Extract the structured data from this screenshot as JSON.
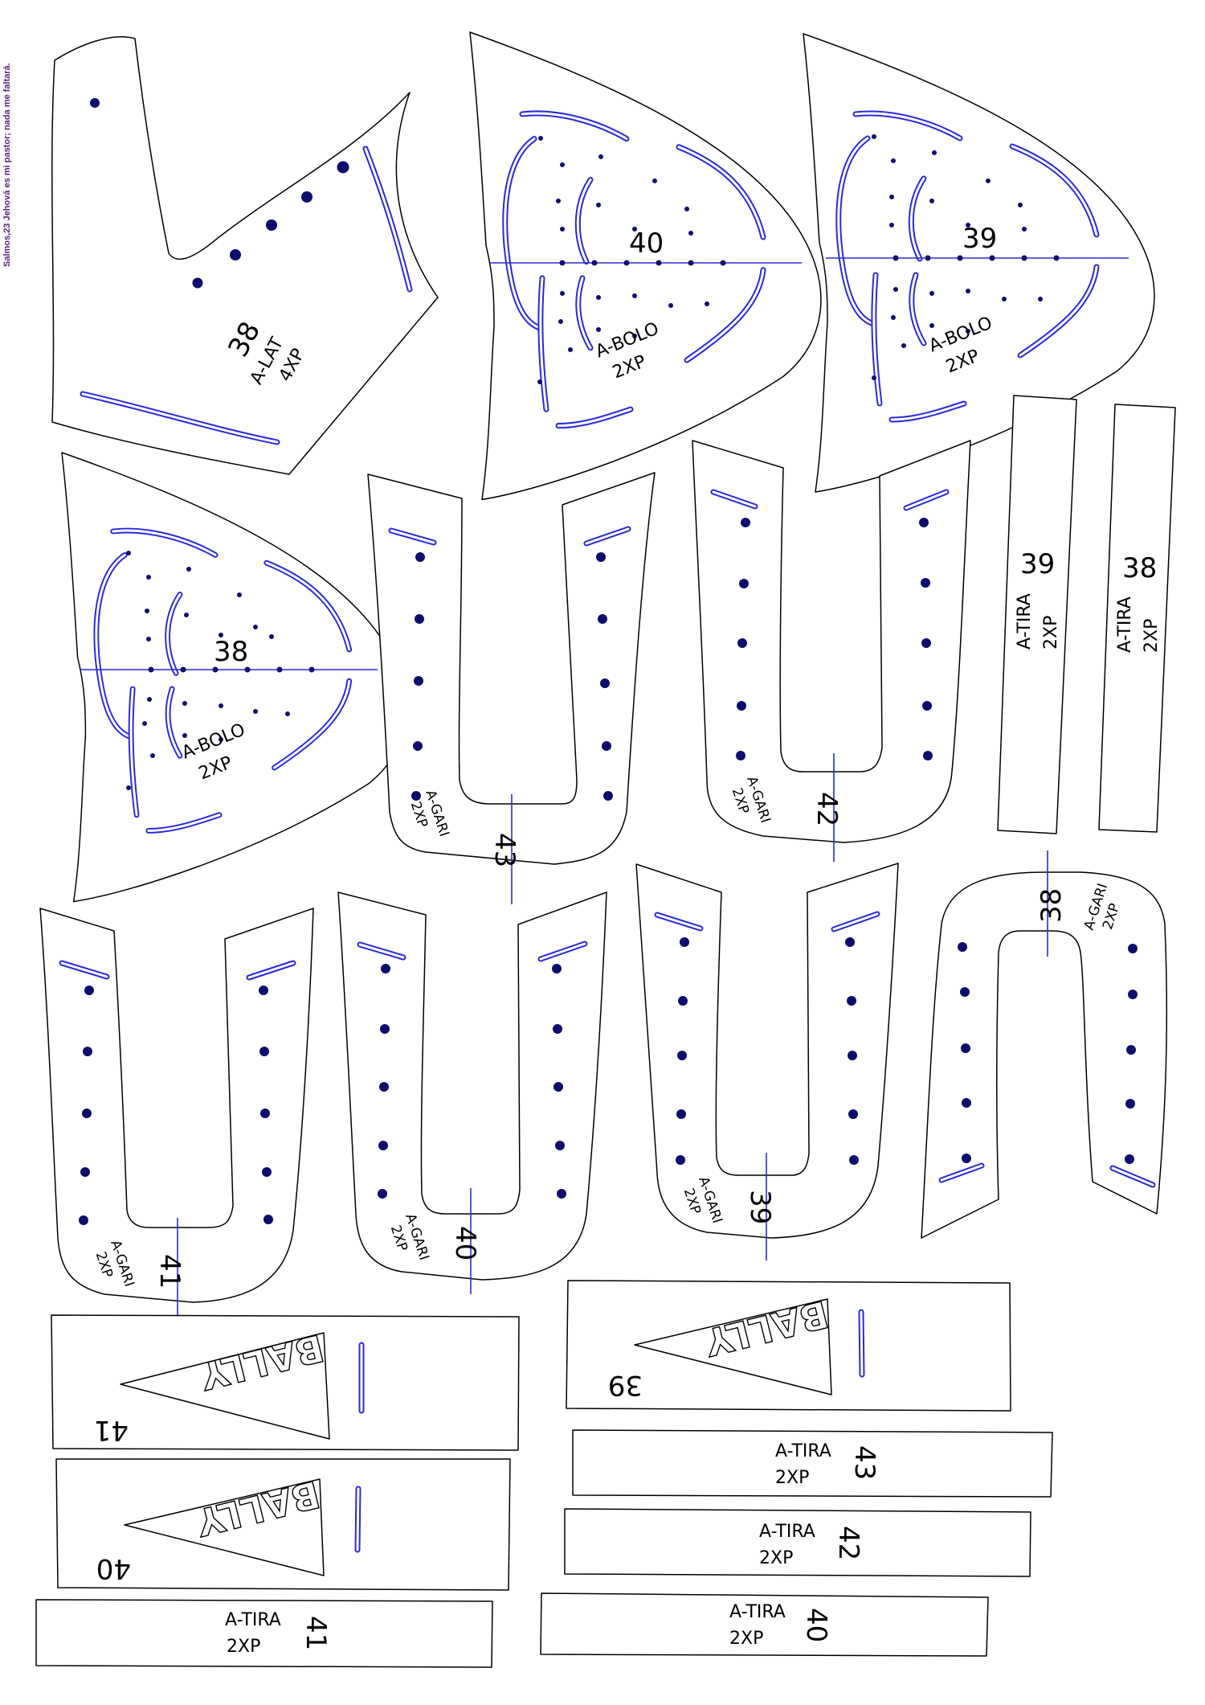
{
  "margin_note": "Salmos,23 Jehová es mi pastor; nada me faltará.",
  "brand_logo_text": "BALLY",
  "colors": {
    "outline": "#000000",
    "slot": "#2a2ad8",
    "dot": "#0d0d6e",
    "note": "#5b1d7a"
  },
  "pieces": {
    "lat38": {
      "size": "38",
      "name": "A-LAT",
      "qty": "4XP"
    },
    "bolo40": {
      "size": "40",
      "name": "A-BOLO",
      "qty": "2XP"
    },
    "bolo39": {
      "size": "39",
      "name": "A-BOLO",
      "qty": "2XP"
    },
    "bolo38": {
      "size": "38",
      "name": "A-BOLO",
      "qty": "2XP"
    },
    "gari43": {
      "size": "43",
      "name": "A-GARI",
      "qty": "2XP"
    },
    "gari42": {
      "size": "42",
      "name": "A-GARI",
      "qty": "2XP"
    },
    "gari41": {
      "size": "41",
      "name": "A-GARI",
      "qty": "2XP"
    },
    "gari40": {
      "size": "40",
      "name": "A-GARI",
      "qty": "2XP"
    },
    "gari39": {
      "size": "39",
      "name": "A-GARI",
      "qty": "2XP"
    },
    "gari38": {
      "size": "38",
      "name": "A-GARI",
      "qty": "2XP"
    },
    "tira39v": {
      "size": "39",
      "name": "A-TIRA",
      "qty": "2XP"
    },
    "tira38v": {
      "size": "38",
      "name": "A-TIRA",
      "qty": "2XP"
    },
    "logo41": {
      "size": "41"
    },
    "logo40": {
      "size": "40"
    },
    "logo39": {
      "size": "39"
    },
    "tira43": {
      "size": "43",
      "name": "A-TIRA",
      "qty": "2XP"
    },
    "tira42": {
      "size": "42",
      "name": "A-TIRA",
      "qty": "2XP"
    },
    "tira41": {
      "size": "41",
      "name": "A-TIRA",
      "qty": "2XP"
    },
    "tira40": {
      "size": "40",
      "name": "A-TIRA",
      "qty": "2XP"
    }
  }
}
